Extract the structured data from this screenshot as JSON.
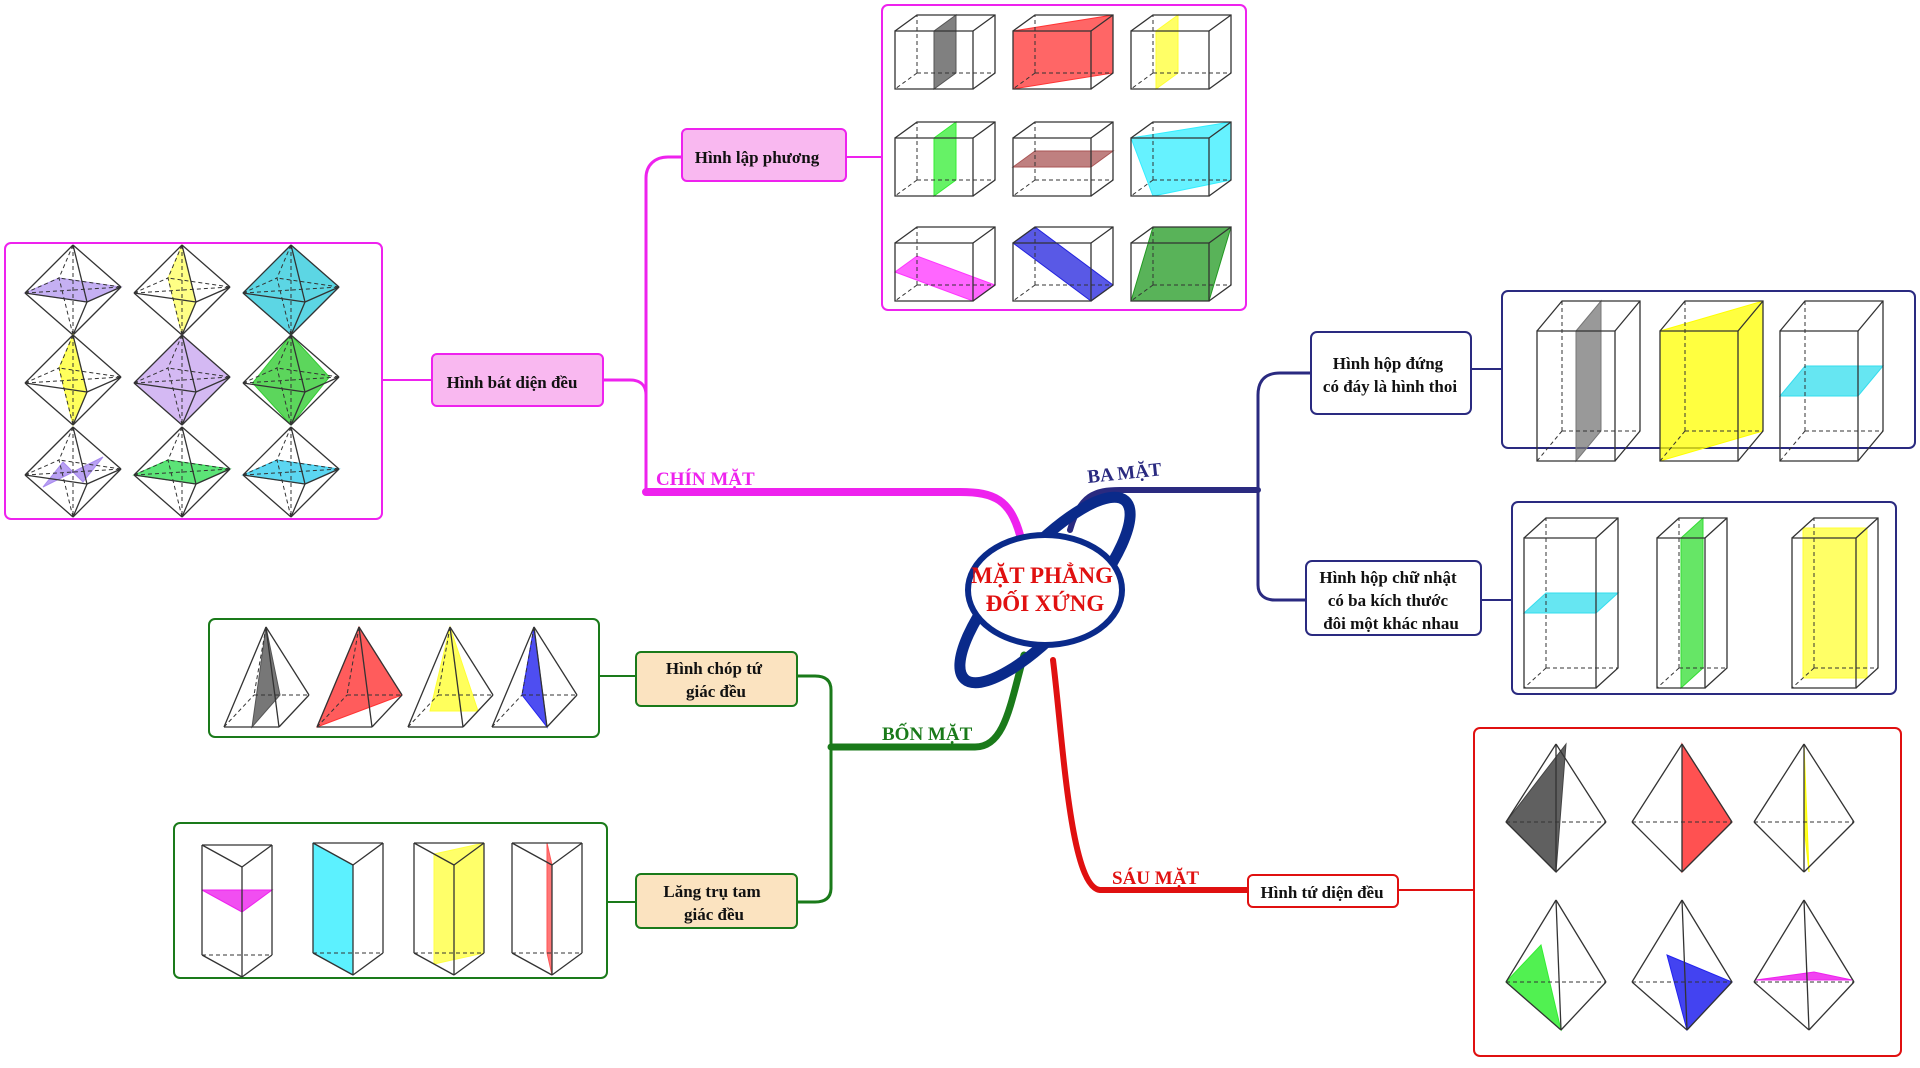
{
  "center": {
    "line1": "MẶT PHẲNG",
    "line2": "ĐỐI XỨNG"
  },
  "branches": {
    "chin": {
      "label": "CHÍN MẶT"
    },
    "ba": {
      "label": "BA MẶT"
    },
    "bon": {
      "label": "BỐN MẶT"
    },
    "sau": {
      "label": "SÁU MẶT"
    }
  },
  "nodes": {
    "lap_phuong": "Hình lập phương",
    "bat_dien": "Hình bát diện đều",
    "hop_dung": [
      "Hình hộp đứng",
      "có đáy là hình thoi"
    ],
    "hop_chu_nhat": [
      "Hình hộp chữ nhật",
      "có ba kích thước",
      "đôi một khác nhau"
    ],
    "chop_tu_giac": [
      "Hình chóp tứ",
      "giác đều"
    ],
    "lang_tru": [
      "Lăng trụ tam",
      "giác đều"
    ],
    "tu_dien": "Hình tứ diện đều"
  },
  "colors": {
    "chin": "#ee22ee",
    "ba": "#2a2a80",
    "bon": "#1a7a1a",
    "sau": "#e01010",
    "center_text": "#e01010",
    "center_ring": "#0a2a8a",
    "node_pink": "#f9b8f0",
    "node_tan": "#fbe3c0"
  },
  "thumbnails": {
    "lap_phuong": [
      "#555555",
      "#ff3333",
      "#ffff33",
      "#33ee33",
      "#aa5555",
      "#33eeff",
      "#ff33ff",
      "#2222dd",
      "#229922"
    ],
    "bat_dien": [
      "#b79cf0",
      "#ffff66",
      "#33ccdd",
      "#ffff33",
      "#c9a8f0",
      "#33cc33",
      "#a88af0",
      "#33dd55",
      "#33ccee"
    ],
    "hop_dung": [
      "#777777",
      "#ffff00",
      "#33ddee"
    ],
    "hop_chu_nhat": [
      "#33ddee",
      "#33dd33",
      "#ffff33"
    ],
    "chop_tu_giac": [
      "#555555",
      "#ff3333",
      "#ffff33",
      "#2222ee"
    ],
    "lang_tru": [
      "#ee22ee",
      "#33eeff",
      "#ffff44",
      "#ff5555"
    ],
    "tu_dien": [
      "#444444",
      "#ff3333",
      "#ffff00",
      "#33ee33",
      "#2222ee",
      "#ee22ee"
    ]
  }
}
